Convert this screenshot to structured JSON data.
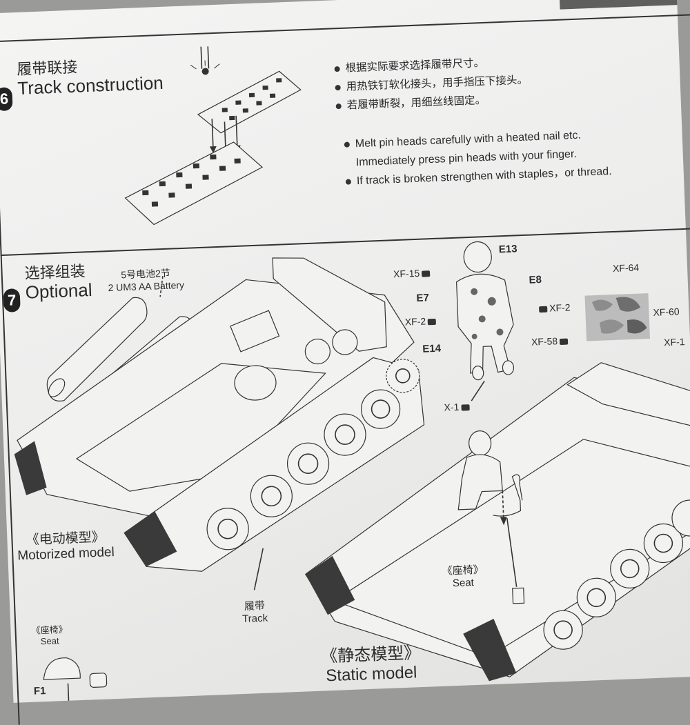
{
  "step6": {
    "number": "6",
    "title_cn": "履带联接",
    "title_en": "Track construction",
    "instructions_cn": [
      "根据实际要求选择履带尺寸。",
      "用热铁钉软化接头，用手指压下接头。",
      "若履带断裂，用细丝线固定。"
    ],
    "instructions_en_1a": "Melt pin heads carefully with a heated nail etc.",
    "instructions_en_1b": "Immediately press pin heads with your finger.",
    "instructions_en_2": "If track is broken strengthen with staples，or thread."
  },
  "step7": {
    "number": "7",
    "title_cn": "选择组装",
    "title_en": "Optional",
    "battery_cn": "5号电池2节",
    "battery_en": "2 UM3 AA Battery",
    "motorized_cn": "《电动模型》",
    "motorized_en": "Motorized model",
    "track_cn": "履带",
    "track_en": "Track",
    "seat_cn": "《座椅》",
    "seat_en": "Seat",
    "static_cn": "《静态模型》",
    "static_en": "Static model",
    "seat_small_cn": "《座椅》",
    "seat_small_en": "Seat",
    "part_f1": "F1"
  },
  "figure_parts": {
    "e13": "E13",
    "e8": "E8",
    "e7": "E7",
    "e14": "E14",
    "xf15": "XF-15",
    "xf2_left": "XF-2",
    "xf2_right": "XF-2",
    "x1": "X-1"
  },
  "camo_paints": {
    "xf64": "XF-64",
    "xf60": "XF-60",
    "xf58": "XF-58",
    "xf_cut": "XF-1"
  }
}
